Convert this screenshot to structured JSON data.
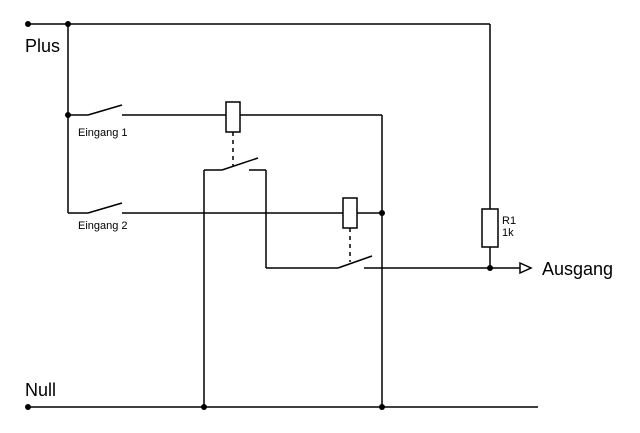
{
  "labels": {
    "plus": "Plus",
    "null": "Null",
    "output": "Ausgang",
    "input1": "Eingang 1",
    "input2": "Eingang 2",
    "resistor_name": "R1",
    "resistor_value": "1k"
  }
}
